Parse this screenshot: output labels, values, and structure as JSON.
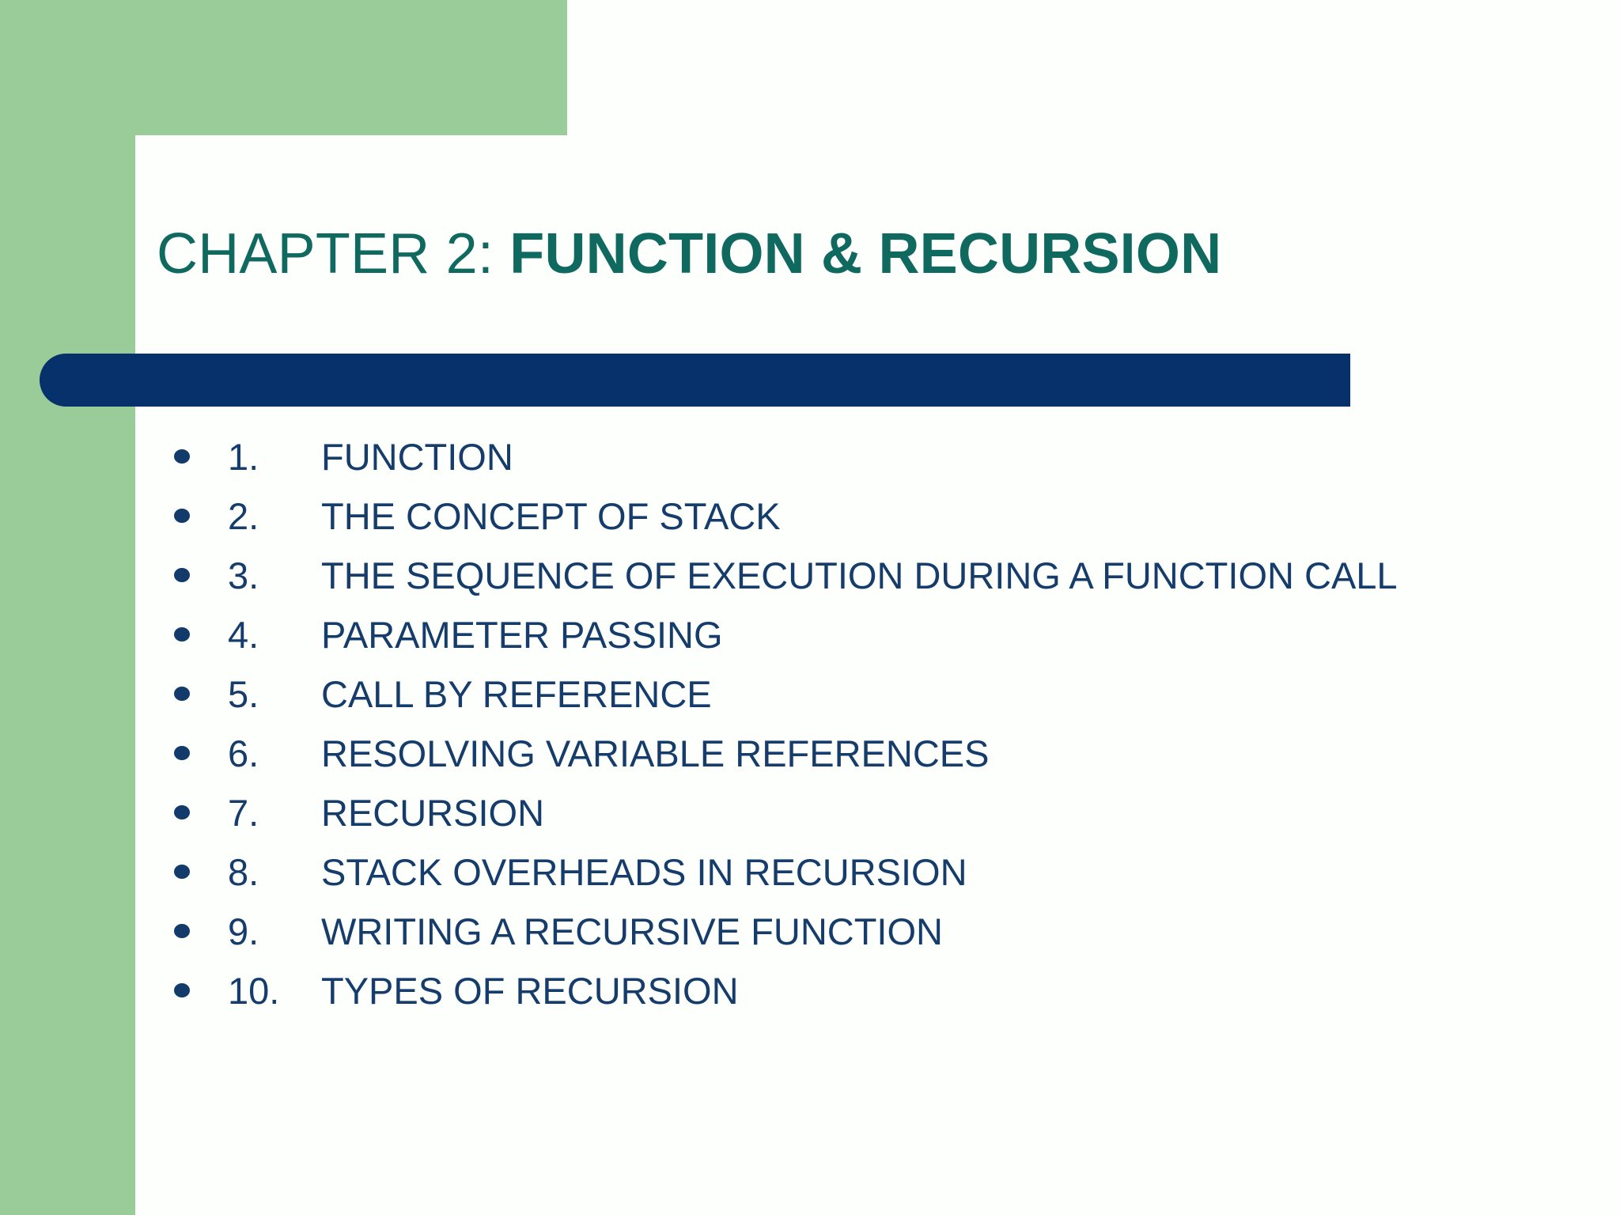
{
  "slide": {
    "background_color": "#fdfffc",
    "accent_green": "#99CC99",
    "accent_navy": "#06316B",
    "title_teal": "#10695F",
    "body_navy": "#153C6B"
  },
  "title": {
    "prefix": "CHAPTER 2: ",
    "emphasis": "FUNCTION & RECURSION",
    "full": "CHAPTER 2: FUNCTION & RECURSION"
  },
  "bullets": [
    {
      "num": "1.",
      "text": "FUNCTION"
    },
    {
      "num": "2.",
      "text": "THE CONCEPT OF STACK"
    },
    {
      "num": "3.",
      "text": "THE SEQUENCE OF EXECUTION DURING A FUNCTION CALL"
    },
    {
      "num": "4.",
      "text": "PARAMETER PASSING"
    },
    {
      "num": "5.",
      "text": "CALL BY REFERENCE"
    },
    {
      "num": "6.",
      "text": "RESOLVING VARIABLE REFERENCES"
    },
    {
      "num": "7.",
      "text": "RECURSION"
    },
    {
      "num": "8.",
      "text": "STACK OVERHEADS IN RECURSION"
    },
    {
      "num": "9.",
      "text": "WRITING A RECURSIVE FUNCTION"
    },
    {
      "num": "10.",
      "text": "TYPES OF RECURSION"
    }
  ]
}
